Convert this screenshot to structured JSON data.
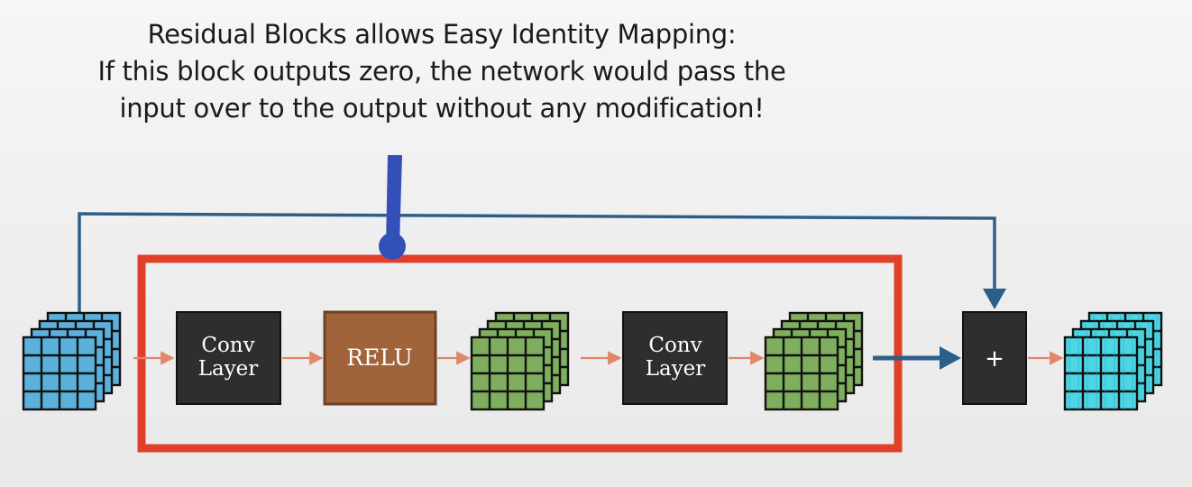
{
  "heading": {
    "line1": "Residual Blocks allows Easy Identity Mapping:",
    "line2": "If this  block outputs zero, the network would pass the",
    "line3": "input over to the output without any modification!"
  },
  "blocks": {
    "conv1": {
      "line1": "Conv",
      "line2": "Layer"
    },
    "relu": "RELU",
    "conv2": {
      "line1": "Conv",
      "line2": "Layer"
    },
    "add": "+"
  },
  "colors": {
    "input_tensor": "#5cb0dc",
    "feature_map": "#7fae5e",
    "output_tensor": "#4dd7e6",
    "conv_box": "#2e2e2e",
    "relu_box": "#a0633a",
    "residual_frame": "#e0402a",
    "skip_path": "#2b5f8a",
    "pointer_marker": "#3350b8",
    "small_arrow": "#e0866a"
  }
}
